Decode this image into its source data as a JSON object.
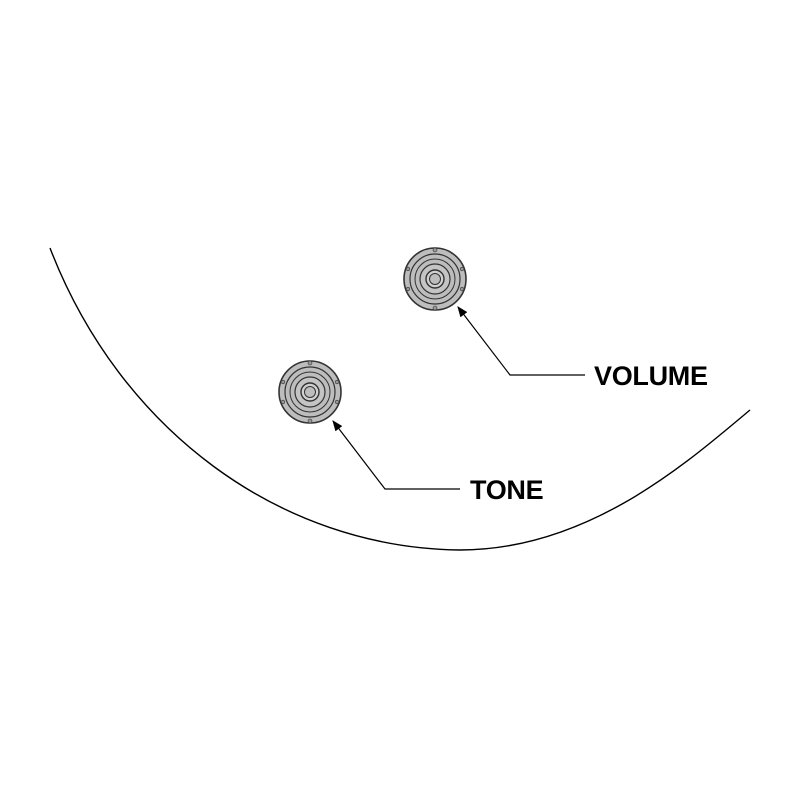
{
  "colors": {
    "background": "#ffffff",
    "outline": "#000000",
    "knob_fill": "#bdbdbd",
    "knob_ring": "#333333"
  },
  "controls": [
    {
      "id": "volume",
      "label": "VOLUME",
      "icon": "knob-icon"
    },
    {
      "id": "tone",
      "label": "TONE",
      "icon": "knob-icon"
    }
  ]
}
